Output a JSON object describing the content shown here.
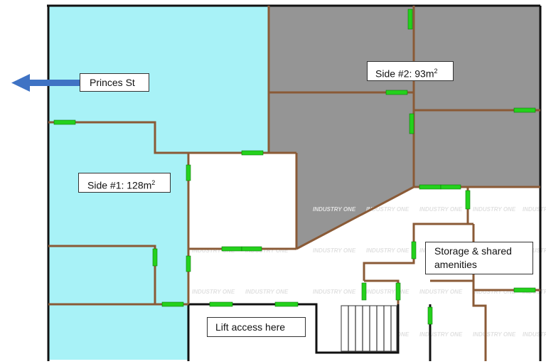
{
  "colors": {
    "side_one_fill": "#a8f2f7",
    "side_two_fill": "#959595",
    "common_fill": "#ffffff",
    "wall": "#8a5a36",
    "exterior_wall": "#111111",
    "door": "#24d11c",
    "arrow": "#3f73c4",
    "watermark": "#e1e1e1"
  },
  "labels": {
    "street": "Princes St",
    "side_two_prefix": "Side #2: 93m",
    "side_two_unit_sup": "2",
    "side_one_prefix": "Side #1: 128m",
    "side_one_unit_sup": "2",
    "storage_line1": "Storage & shared",
    "storage_line2": "amenities",
    "lift": "Lift access here"
  },
  "watermark_text": "INDUSTRY ONE",
  "icons": {
    "street_direction": "arrow-left-icon",
    "stairs": "stairs-icon"
  }
}
